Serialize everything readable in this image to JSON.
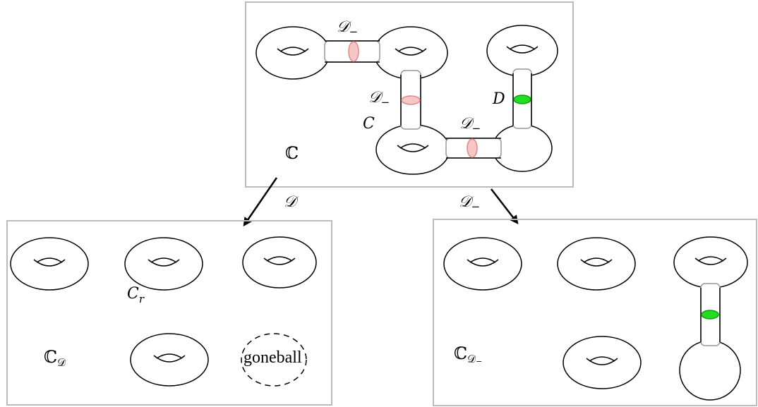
{
  "diagram": {
    "top_panel": {
      "label_main": "ℂ",
      "tube_labels": [
        "𝒟",
        "𝒟",
        "𝒟"
      ],
      "tube_label_subscript": "−",
      "handle_label": "C",
      "disk_label": "D"
    },
    "arrows": {
      "left_label": "𝒟",
      "right_label": "𝒟",
      "right_label_subscript": "−"
    },
    "left_panel": {
      "label_main": "ℂ",
      "label_subscript": "𝒟",
      "component_label": "C",
      "component_label_subscript": "r",
      "ghost_label": "goneball"
    },
    "right_panel": {
      "label_main": "ℂ",
      "label_subscript": "𝒟",
      "label_subscript2": "−"
    },
    "colors": {
      "cut_disk": "#f7c6c6",
      "kept_disk": "#22dd22",
      "frame": "#bbbbbb"
    }
  }
}
